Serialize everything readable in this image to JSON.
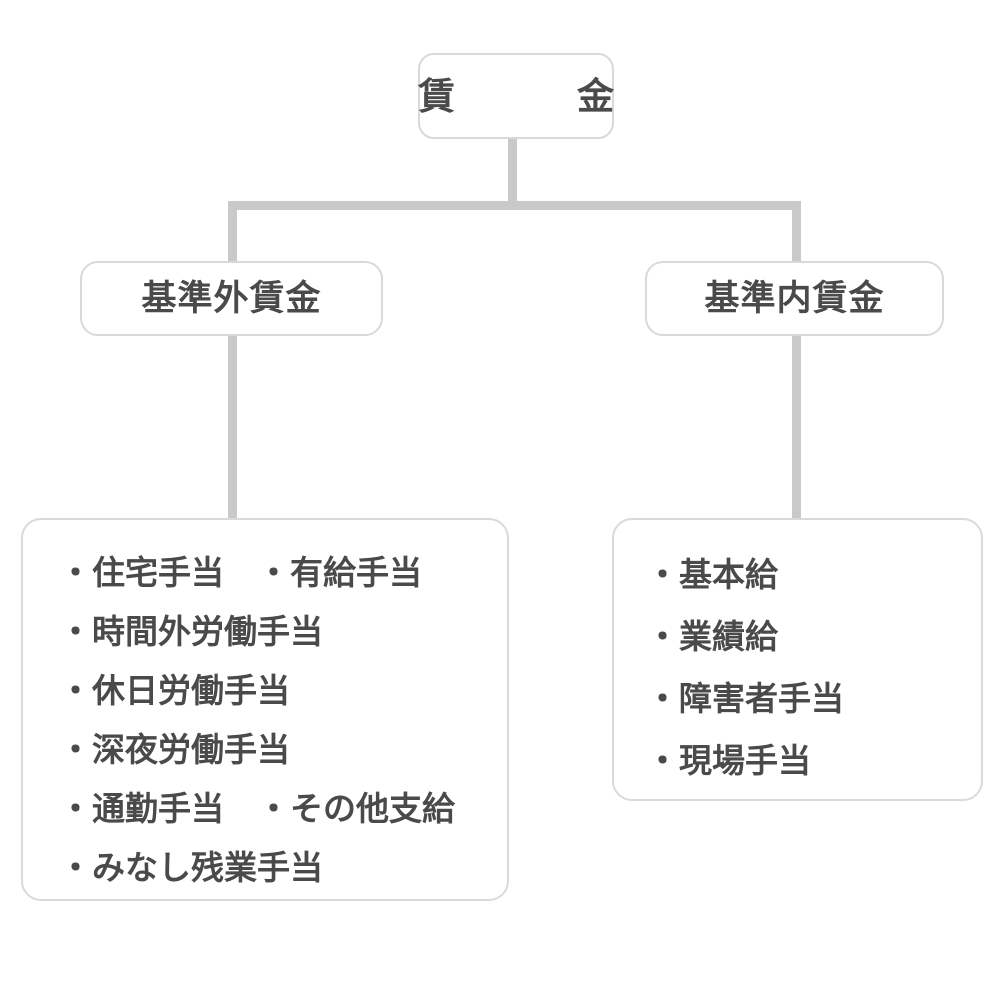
{
  "diagram": {
    "title_node": {
      "id": "wage-root",
      "label": "賃　　金"
    },
    "branches": [
      {
        "id": "non-standard-wage",
        "label": "基準外賃金",
        "items": [
          "・住宅手当　・有給手当",
          "・時間外労働手当",
          "・休日労働手当",
          "・深夜労働手当",
          "・通勤手当　・その他支給",
          "・みなし残業手当"
        ]
      },
      {
        "id": "standard-wage",
        "label": "基準内賃金",
        "items": [
          "・基本給",
          "・業績給",
          "・障害者手当",
          "・現場手当"
        ]
      }
    ],
    "colors": {
      "text": "#4a4a4a",
      "connector": "#c9c9c9",
      "box_border": "#d9d9d9",
      "background": "#ffffff"
    }
  }
}
